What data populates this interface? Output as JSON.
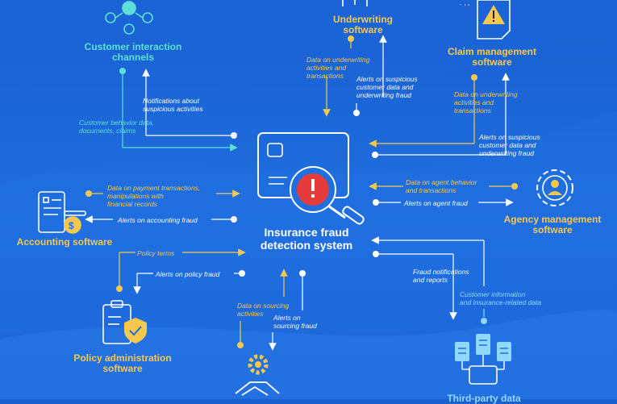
{
  "colors": {
    "background": "#1f6fe0",
    "yellow": "#f6c94c",
    "cyan": "#5de0d6",
    "white": "#ffffff",
    "alert_red": "#e53b3b",
    "light_blue": "#8fd8ff"
  },
  "center": {
    "title": "Insurance fraud\ndetection system",
    "icon": "magnifier-alert-icon"
  },
  "nodes": {
    "customer": {
      "title": "Customer interaction\nchannels",
      "icon": "network-person-icon"
    },
    "underwriting": {
      "title": "Underwriting\nsoftware",
      "icon": "document-icon"
    },
    "claim": {
      "title": "Claim management\nsoftware",
      "icon": "warning-document-icon"
    },
    "accounting": {
      "title": "Accounting software",
      "icon": "coins-forms-icon"
    },
    "agency": {
      "title": "Agency management\nsoftware",
      "icon": "gear-person-icon"
    },
    "policy": {
      "title": "Policy administration\nsoftware",
      "icon": "clipboard-shield-icon"
    },
    "sourcing": {
      "icon": "gear-handshake-icon"
    },
    "thirdparty": {
      "title": "Third-party data",
      "icon": "servers-icon"
    }
  },
  "notes": {
    "customer_notifications": "Notifications about\nsuspicious activities",
    "customer_behavior": "Customer behavior data,\ndocuments, claims",
    "uw_data": "Data on underwriting\nactivities and\ntransactions",
    "uw_alerts": "Alerts on suspicious\ncustomer data and\nunderwriting fraud",
    "claim_data": "Data on underwriting\nactivities and\ntransactions",
    "claim_alerts": "Alerts on suspicious\ncustomer data and\nunderwriting fraud",
    "acc_data": "Data on payment transactions,\nmanipulations with\nfinancial records",
    "acc_alerts": "Alerts on accounting fraud",
    "agency_data": "Data on agent behavior\nand transactions",
    "agency_alerts": "Alerts on agent fraud",
    "policy_terms": "Policy terms",
    "policy_alerts": "Alerts on policy fraud",
    "sourcing_data": "Data on sourcing\nactivities",
    "sourcing_alerts": "Alerts on\nsourcing fraud",
    "tp_fraud": "Fraud notifications\nand reports",
    "tp_info": "Customer information\nand insurance-related data"
  }
}
